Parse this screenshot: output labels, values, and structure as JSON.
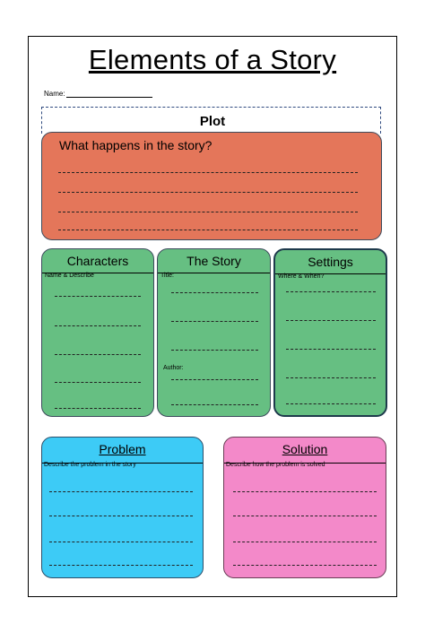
{
  "worksheet": {
    "title": "Elements of a Story",
    "name_label": "Name:",
    "plot": {
      "title": "Plot",
      "question": "What happens in the story?"
    },
    "characters": {
      "title": "Characters",
      "subtitle": "Name & Describe"
    },
    "the_story": {
      "title": "The Story",
      "title_label": "Title:",
      "author_label": "Author:"
    },
    "settings": {
      "title": "Settings",
      "subtitle": "Where & When?"
    },
    "problem": {
      "title": "Problem",
      "subtitle": "Describe the problem in the story"
    },
    "solution": {
      "title": "Solution",
      "subtitle": "Describe how the problem is solved"
    },
    "colors": {
      "plot_box": "#e4765a",
      "green_boxes": "#66bf82",
      "problem_box": "#3dcbf6",
      "solution_box": "#f389c9"
    }
  }
}
